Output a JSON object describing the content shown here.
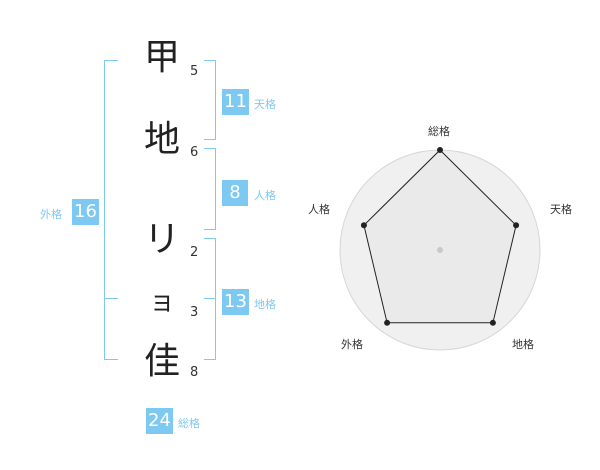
{
  "name": {
    "chars": [
      {
        "char": "甲",
        "strokes": "5"
      },
      {
        "char": "地",
        "strokes": "6"
      },
      {
        "char": "リ",
        "strokes": "2"
      },
      {
        "char": "ョ",
        "strokes": "3"
      },
      {
        "char": "佳",
        "strokes": "8"
      }
    ]
  },
  "kaku": {
    "tenkaku": {
      "value": "11",
      "label": "天格"
    },
    "jinkaku": {
      "value": "8",
      "label": "人格"
    },
    "chikaku": {
      "value": "13",
      "label": "地格"
    },
    "gaikaku": {
      "value": "16",
      "label": "外格"
    },
    "soukaku": {
      "value": "24",
      "label": "総格"
    }
  },
  "chart_data": {
    "type": "radar",
    "axes": [
      "総格",
      "天格",
      "地格",
      "外格",
      "人格"
    ],
    "values": [
      1.0,
      0.8,
      0.9,
      0.9,
      0.8
    ],
    "range": [
      0,
      1
    ],
    "rings": 4
  },
  "colors": {
    "accent": "#7ec9f2",
    "radar_fill": "#f0f0f0",
    "radar_ring": "#d6d6d6",
    "radar_line": "#222222"
  }
}
